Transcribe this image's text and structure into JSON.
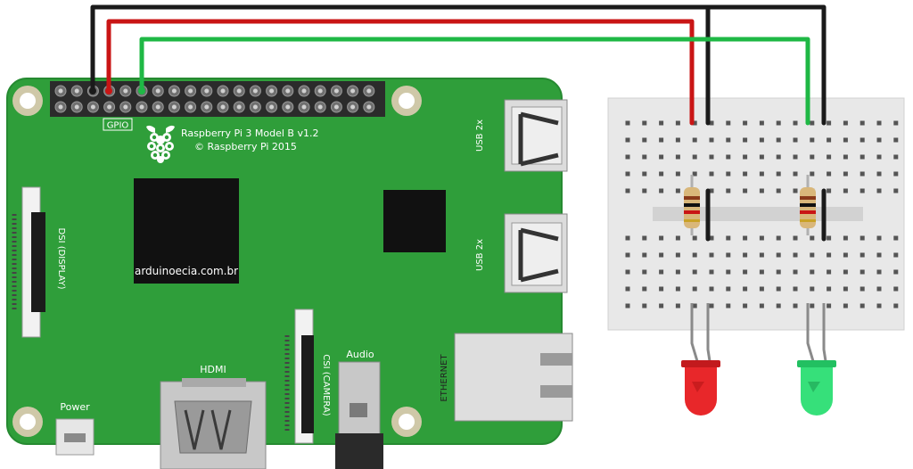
{
  "board": {
    "model_line": "Raspberry Pi 3 Model B v1.2",
    "copyright_line": "© Raspberry Pi 2015",
    "gpio_label": "GPIO",
    "watermark": "arduinoecia.com.br",
    "dsi_label": "DSI (DISPLAY)",
    "csi_label": "CSI (CAMERA)",
    "hdmi_label": "HDMI",
    "audio_label": "Audio",
    "power_label": "Power",
    "ethernet_label": "ETHERNET",
    "usb_top_label": "USB 2x",
    "usb_bottom_label": "USB 2x"
  },
  "colors": {
    "pcb": "#2f9e3a",
    "pcb_edge": "#268a31",
    "wire_black": "#1a1a1a",
    "wire_red": "#c91515",
    "wire_green": "#1fb845",
    "breadboard": "#e8e8e8",
    "led_red": "#e8272a",
    "led_green": "#36e07a",
    "chip": "#111111",
    "metal": "#c8c8c8"
  },
  "icons": [
    "raspberry-logo-icon"
  ]
}
